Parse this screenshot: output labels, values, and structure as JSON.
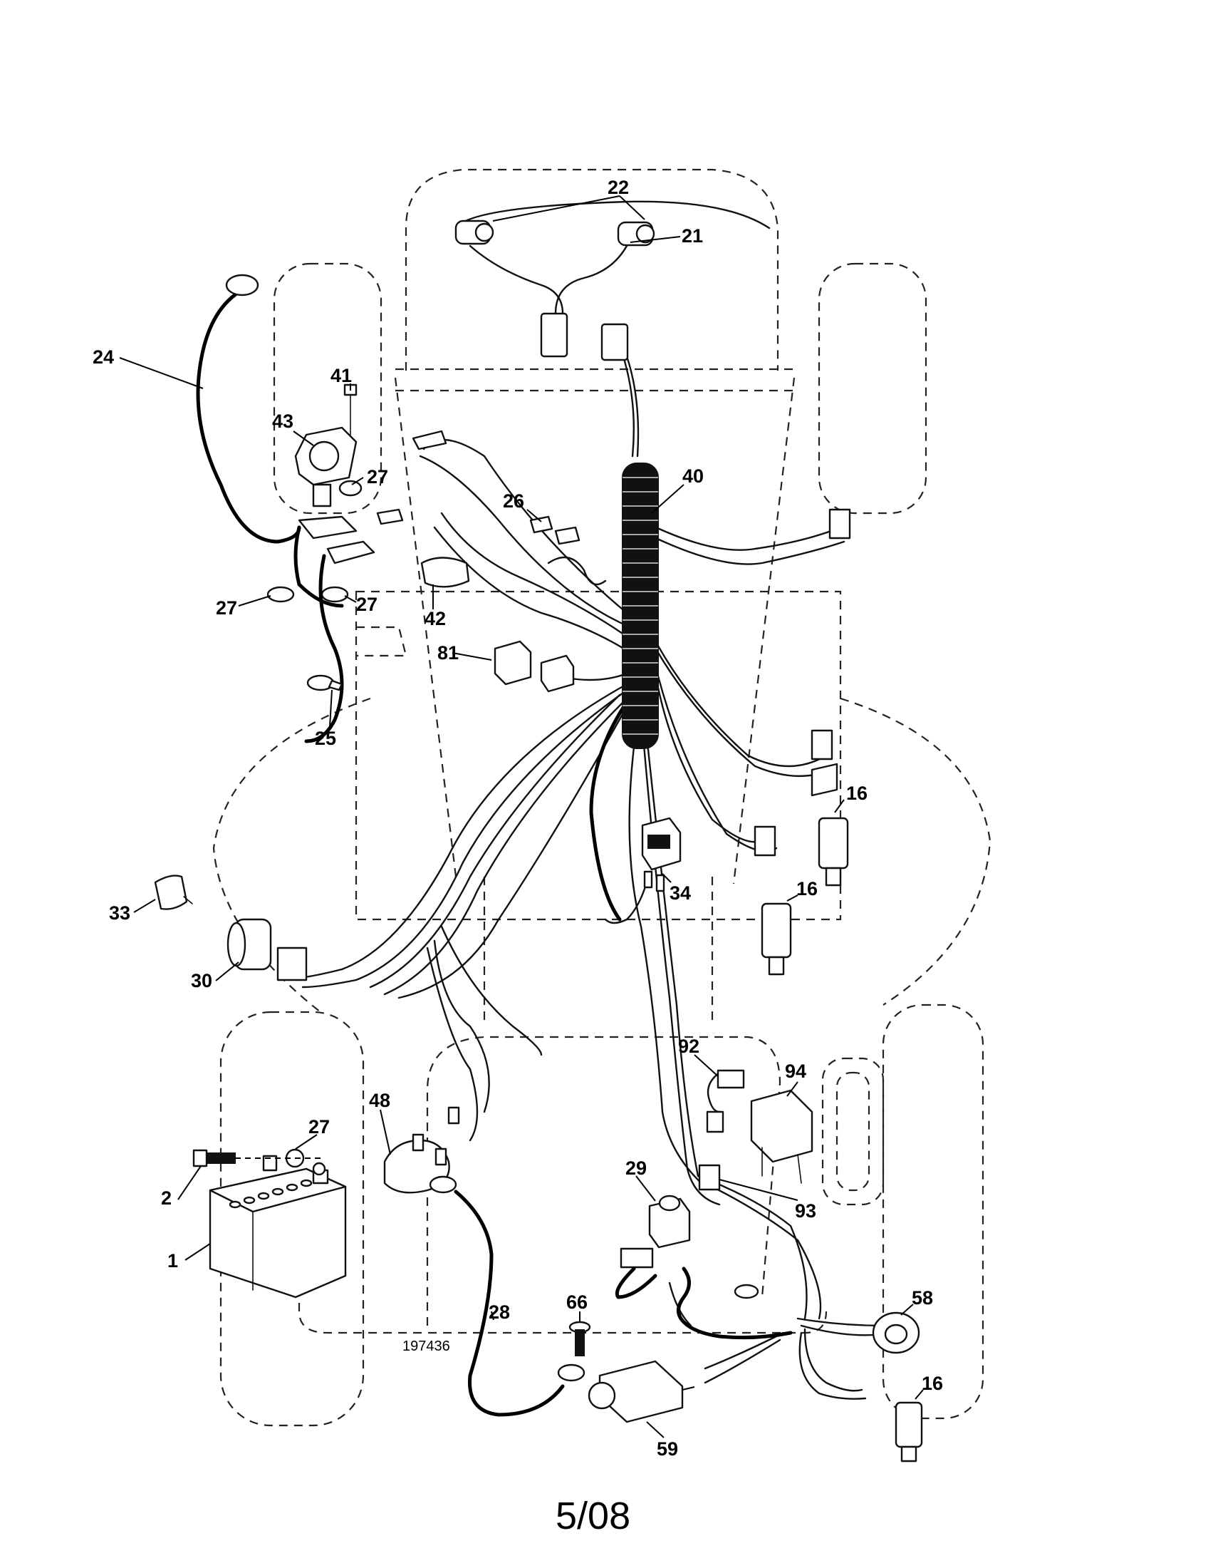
{
  "diagram": {
    "drawing_number": "197436",
    "date_code": "5/08",
    "callouts": {
      "c1": "1",
      "c2": "2",
      "c16a": "16",
      "c16b": "16",
      "c16c": "16",
      "c21": "21",
      "c22": "22",
      "c24": "24",
      "c25": "25",
      "c26": "26",
      "c27a": "27",
      "c27b": "27",
      "c27c": "27",
      "c27d": "27",
      "c28": "28",
      "c29": "29",
      "c30": "30",
      "c33": "33",
      "c34": "34",
      "c40": "40",
      "c41": "41",
      "c42": "42",
      "c43": "43",
      "c48": "48",
      "c58": "58",
      "c59": "59",
      "c66": "66",
      "c81": "81",
      "c92": "92",
      "c93": "93",
      "c94": "94"
    }
  }
}
